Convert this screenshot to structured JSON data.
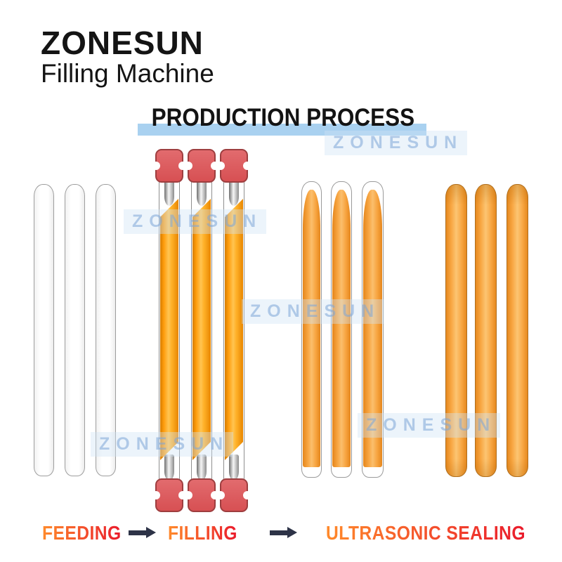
{
  "header": {
    "brand": "ZONESUN",
    "product": "Filling Machine"
  },
  "section": {
    "title": "PRODUCTION PROCESS"
  },
  "watermark": {
    "text": "ZONESUN"
  },
  "stages": [
    {
      "label": "FEEDING"
    },
    {
      "label": "FILLING"
    },
    {
      "label": "ULTRASONIC SEALING"
    }
  ],
  "groups": [
    {
      "name": "empty-tubes",
      "description": "empty transparent tubes",
      "tube_count": 3
    },
    {
      "name": "clamped-filling-tubes",
      "description": "tubes held by red clamps with filling nozzles",
      "tube_count": 3
    },
    {
      "name": "filled-open-tubes",
      "description": "tubes filled with orange product, ends open",
      "tube_count": 3
    },
    {
      "name": "sealed-tubes",
      "description": "fully sealed orange tubes",
      "tube_count": 3
    }
  ],
  "colors": {
    "banner_blue": "#a9d1f0",
    "watermark_blue": "#b5cfea",
    "clamp_red": "#d75053",
    "product_orange": "#f8a743",
    "label_gradient_start": "#ff8a2b",
    "label_gradient_end": "#ea1b2c",
    "arrow_dark": "#2d3347",
    "text_black": "#141414"
  }
}
